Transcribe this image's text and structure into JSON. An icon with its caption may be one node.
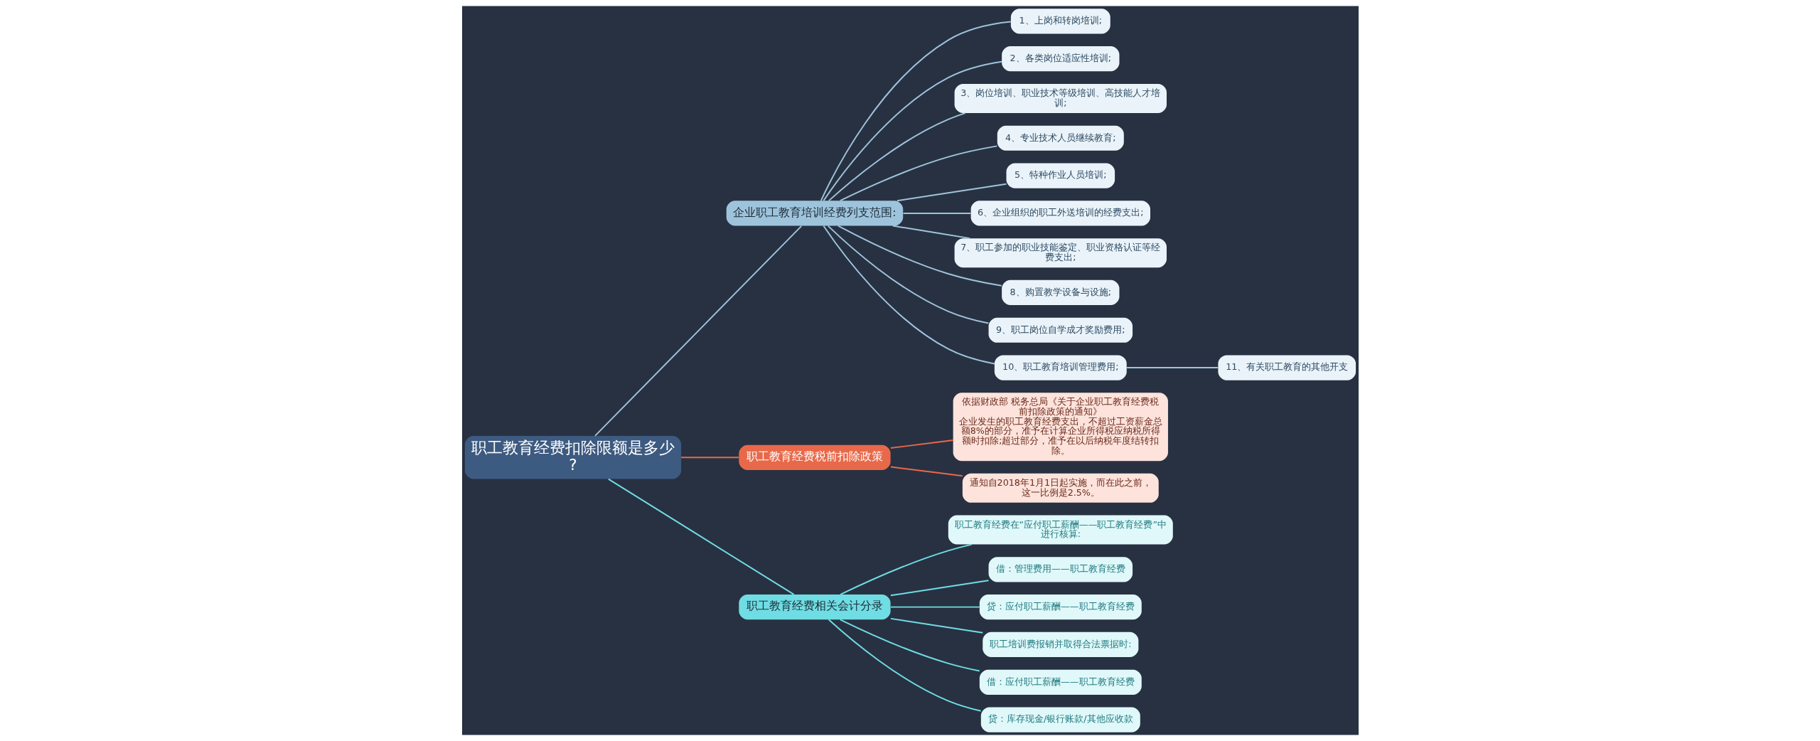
{
  "diagram": {
    "nodes": [
      {
        "text": [
          "职工教育经费扣除限额是多少?"
        ]
      },
      {
        "text": [
          "企业职工教育培训经费列支范围:"
        ]
      },
      {
        "text": [
          "1、上岗和转岗培训;"
        ]
      },
      {
        "text": [
          "2、各类岗位适应性培训;"
        ]
      },
      {
        "text": [
          "3、岗位培训、职业技术等级培训、高技能人才培训;"
        ]
      },
      {
        "text": [
          "4、专业技术人员继续教育;"
        ]
      },
      {
        "text": [
          "5、特种作业人员培训;"
        ]
      },
      {
        "text": [
          "6、企业组织的职工外送培训的经费支出;"
        ]
      },
      {
        "text": [
          "7、职工参加的职业技能鉴定、职业资格认证等经费支出;"
        ]
      },
      {
        "text": [
          "8、购置教学设备与设施;"
        ]
      },
      {
        "text": [
          "9、职工岗位自学成才奖励费用;"
        ]
      },
      {
        "text": [
          "10、职工教育培训管理费用;"
        ]
      },
      {
        "text": [
          "11、有关职工教育的其他开支"
        ]
      },
      {
        "text": [
          "职工教育经费税前扣除政策"
        ]
      },
      {
        "text": [
          "依据财政部 税务总局《关于企业职工教育经费税前扣除政策的通知》",
          "企业发生的职工教育经费支出，不超过工资薪金总额8%的部分，准予在计算企业所得税应纳税所得额时扣除;超过部分，准予在以后纳税年度结转扣除。"
        ]
      },
      {
        "text": [
          "通知自2018年1月1日起实施，而在此之前，这一比例是2.5%。"
        ]
      },
      {
        "text": [
          "职工教育经费相关会计分录"
        ]
      },
      {
        "text": [
          "职工教育经费在“应付职工薪酬——职工教育经费”中进行核算:"
        ]
      },
      {
        "text": [
          "借：管理费用——职工教育经费"
        ]
      },
      {
        "text": [
          "贷：应付职工薪酬——职工教育经费"
        ]
      },
      {
        "text": [
          "职工培训费报销并取得合法票据时:"
        ]
      },
      {
        "text": [
          "借：应付职工薪酬——职工教育经费"
        ]
      },
      {
        "text": [
          "贷：库存现金/银行账款/其他应收款"
        ]
      }
    ],
    "edges": [
      {
        "from": 0,
        "to": 1,
        "arrow": "none"
      },
      {
        "from": 1,
        "to": 2,
        "arrow": "none"
      },
      {
        "from": 1,
        "to": 3,
        "arrow": "none"
      },
      {
        "from": 1,
        "to": 4,
        "arrow": "none"
      },
      {
        "from": 1,
        "to": 5,
        "arrow": "none"
      },
      {
        "from": 1,
        "to": 6,
        "arrow": "none"
      },
      {
        "from": 1,
        "to": 7,
        "arrow": "none"
      },
      {
        "from": 1,
        "to": 8,
        "arrow": "none"
      },
      {
        "from": 1,
        "to": 9,
        "arrow": "none"
      },
      {
        "from": 1,
        "to": 10,
        "arrow": "none"
      },
      {
        "from": 1,
        "to": 11,
        "arrow": "none"
      },
      {
        "from": 11,
        "to": 12,
        "arrow": "none"
      },
      {
        "from": 0,
        "to": 13,
        "arrow": "none",
        "color": "#e8694a"
      },
      {
        "from": 13,
        "to": 14,
        "arrow": "none",
        "color": "#e8694a"
      },
      {
        "from": 13,
        "to": 15,
        "arrow": "none",
        "color": "#e8694a"
      },
      {
        "from": 0,
        "to": 16,
        "arrow": "none",
        "color": "#6fdde3"
      },
      {
        "from": 16,
        "to": 17,
        "arrow": "none",
        "color": "#6fdde3"
      },
      {
        "from": 16,
        "to": 18,
        "arrow": "none",
        "color": "#6fdde3"
      },
      {
        "from": 16,
        "to": 19,
        "arrow": "none",
        "color": "#6fdde3"
      },
      {
        "from": 16,
        "to": 20,
        "arrow": "none",
        "color": "#6fdde3"
      },
      {
        "from": 16,
        "to": 21,
        "arrow": "none",
        "color": "#6fdde3"
      },
      {
        "from": 16,
        "to": 22,
        "arrow": "none",
        "color": "#6fdde3"
      }
    ]
  }
}
